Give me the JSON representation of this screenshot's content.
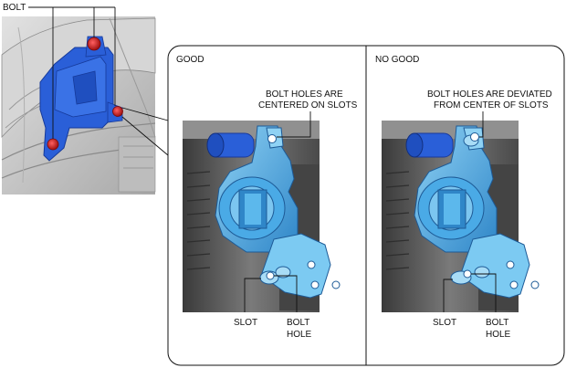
{
  "callouts": {
    "bolt": "BOLT"
  },
  "panels": [
    {
      "heading": "GOOD",
      "note_line1": "BOLT HOLES ARE",
      "note_line2": "CENTERED ON SLOTS",
      "slot_label": "SLOT",
      "bolt_hole_line1": "BOLT",
      "bolt_hole_line2": "HOLE"
    },
    {
      "heading": "NO GOOD",
      "note_line1": "BOLT HOLES ARE DEVIATED",
      "note_line2": "FROM CENTER OF SLOTS",
      "slot_label": "SLOT",
      "bolt_hole_line1": "BOLT",
      "bolt_hole_line2": "HOLE"
    }
  ],
  "colors": {
    "bracket_blue": "#2a5fd8",
    "bracket_dark": "#1a3a9a",
    "bolt_red": "#d42020",
    "mount_light_blue": "#5cb8ec",
    "mount_dark_blue": "#2f86c8",
    "body_grey": "#c8c8c8",
    "background_dark": "#555555"
  }
}
